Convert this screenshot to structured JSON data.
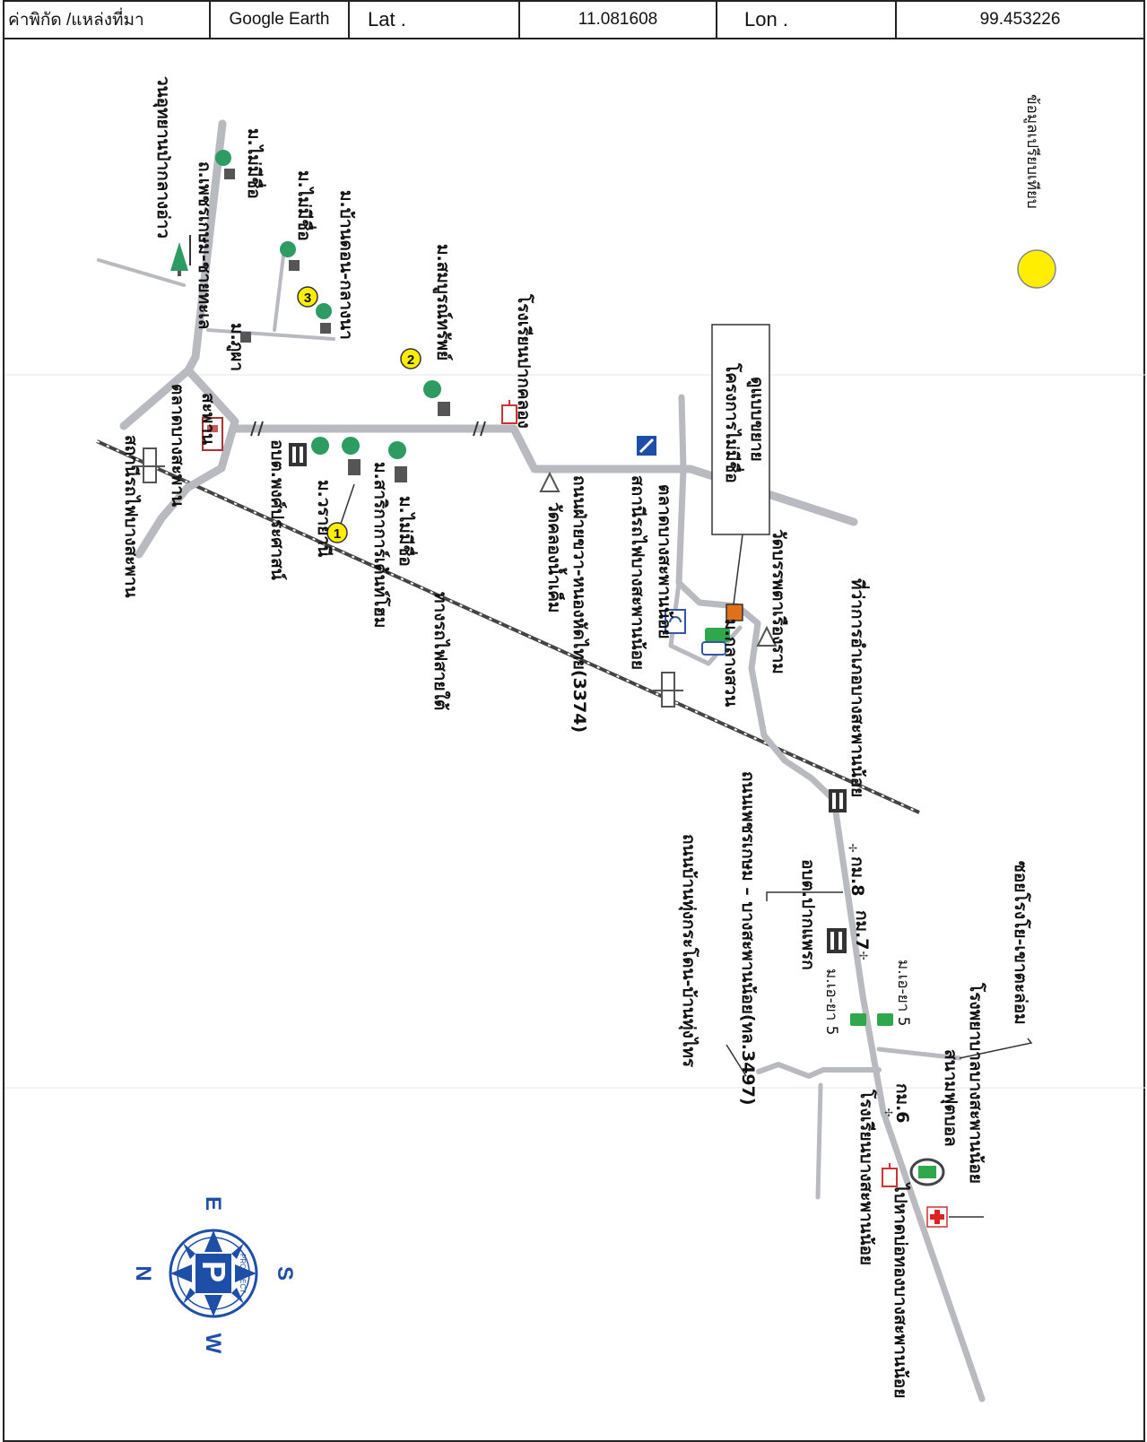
{
  "header": {
    "coord_label": "ค่าพิกัด /แหล่งที่มา",
    "source": "Google Earth",
    "lat_label": "Lat .",
    "lat_value": "11.081608",
    "lon_label": "Lon .",
    "lon_value": "99.453226"
  },
  "legend": {
    "text": "ข้อมูลเปรียบเทียบ",
    "marker_color": "#ffee00"
  },
  "project_box": {
    "line1": "โครงการไม่มีชื่อ",
    "line2": "ดูแบบขยาย"
  },
  "markers": [
    "1",
    "2",
    "3"
  ],
  "labels": {
    "station1": "สถานีรถไฟบางสะพาน",
    "railway": "ทางรถไฟสายใต้",
    "market1": "ตลาดบางสะพาน",
    "sabpan": "สะพาน",
    "obt_pongprasart": "อบต.พงศ์ประศาสน์",
    "m_wara": "ม.วรายานี",
    "m_saree": "ม.สาริกาการ์เด้นท์โฮม",
    "m_nameless1": "ม.ไม่มีชื่อ",
    "park": "วนอุทยานป่ากลางอ่าว",
    "road_phetkasem": "ถ.เพชรเกษม-ชายทะเล",
    "m_nameless2": "ม.ไม่มีชื่อ",
    "m_nameless3": "ม.ไม่มีชื่อ",
    "m_ban_don": "ม.บ้านดอน-กลางนา",
    "m_phupa": "ม.ภูผา",
    "m_somboon": "ม.สมบูรณ์ทรัพย์",
    "school1": "โรงเรียนปากคลอง",
    "wat1": "วัดคลองน้ำเค็ม",
    "road_3374": "ถนนฝ่ายขวา-หนองหัดไทย(3374)",
    "market2": "ตลาดบางสะพานน้อย",
    "m_klang_suan": "ม.กลางสวน",
    "wat2": "วัดบรรพตาเรืองราม",
    "district_office": "ที่ว่าการอำเภอบางสะพานน้อย",
    "km8": "กม.8",
    "station2": "สถานีรถไฟบางสะพานน้อย",
    "road_3497": "ถนนเพชรเกษม – บางสะพานน้อย(ทล.3497)",
    "road_thungkradon": "ถนนบ้านทุ่งกระโดน-บ้านทุ่งไทร",
    "obt_pak_phraek": "อบต.ปากแพรก",
    "km7": "กม.7",
    "m_ae_ya1": "ม.เอ-ยา 5",
    "m_ae_ya2": "ม.เอ-ยา 5",
    "soi": "ซอยโรงโย-เขาตะล่อม",
    "stadium": "สนามฟุตบอล",
    "km6": "กม.6",
    "school2": "โรงเรียนบางสะพานน้อย",
    "hospital": "โรงพยาบาลบางสะพานน้อย",
    "to_beach": "ไปหาดบ่อทองบางสะพานน้อย"
  },
  "compass": {
    "n": "N",
    "s": "S",
    "e": "E",
    "w": "W",
    "brand": "PROSPECT",
    "letter": "P",
    "color": "#1e4fa8"
  }
}
